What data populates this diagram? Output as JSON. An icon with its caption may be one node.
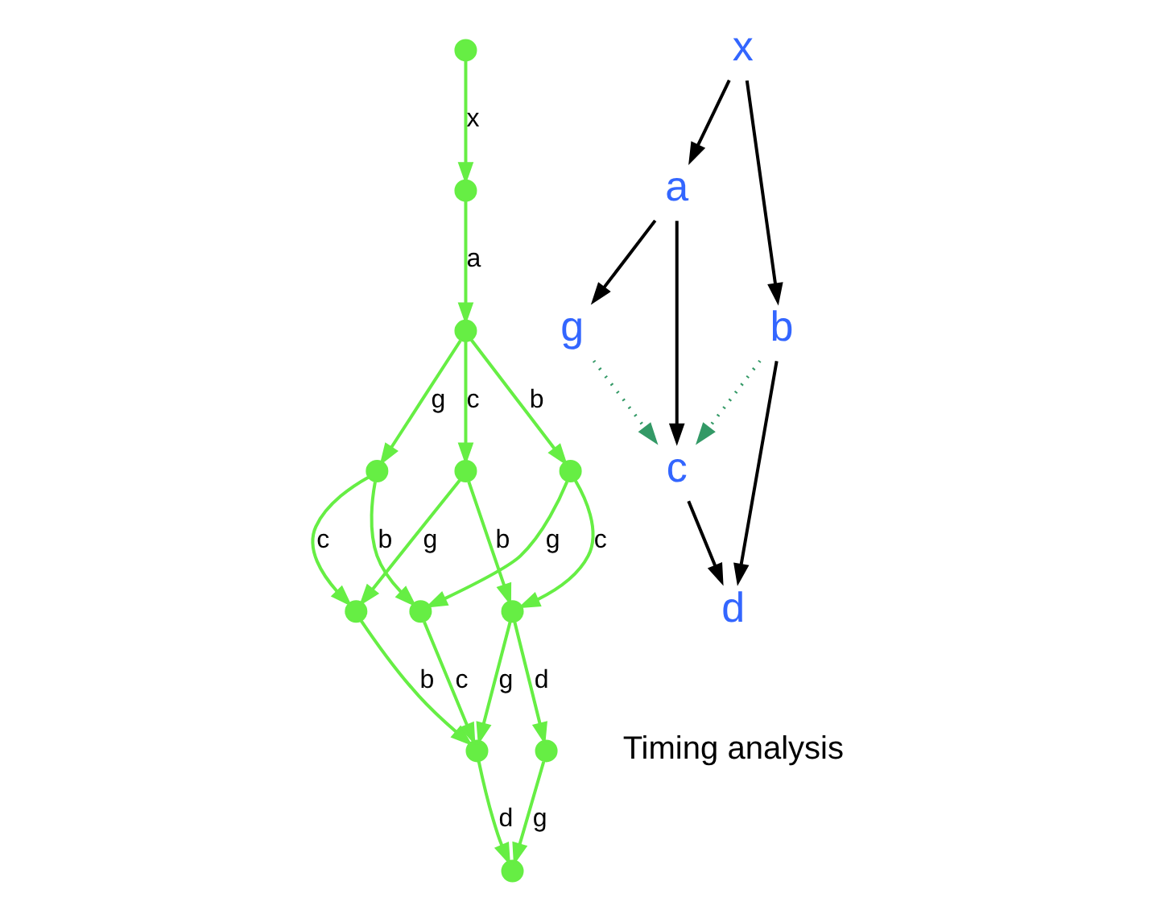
{
  "diagram": {
    "nodes": [
      {
        "text": [],
        "shape": "circle"
      },
      {
        "text": [],
        "shape": "circle"
      },
      {
        "text": [],
        "shape": "circle"
      },
      {
        "text": [],
        "shape": "circle"
      },
      {
        "text": [],
        "shape": "circle"
      },
      {
        "text": [],
        "shape": "circle"
      },
      {
        "text": [],
        "shape": "circle"
      },
      {
        "text": [],
        "shape": "circle"
      },
      {
        "text": [],
        "shape": "circle"
      },
      {
        "text": [],
        "shape": "circle"
      },
      {
        "text": [],
        "shape": "circle"
      },
      {
        "text": [],
        "shape": "circle"
      },
      {
        "text": [
          "x"
        ]
      },
      {
        "text": [
          "a"
        ]
      },
      {
        "text": [
          "b"
        ]
      },
      {
        "text": [
          "g"
        ]
      },
      {
        "text": [
          "c"
        ]
      },
      {
        "text": [
          "d"
        ]
      }
    ],
    "edges": [
      {
        "from": 0,
        "to": 1,
        "arrow": "to",
        "label": "x"
      },
      {
        "from": 1,
        "to": 2,
        "arrow": "to",
        "label": "a"
      },
      {
        "from": 2,
        "to": 3,
        "arrow": "to",
        "label": "g"
      },
      {
        "from": 2,
        "to": 4,
        "arrow": "to",
        "label": "c"
      },
      {
        "from": 2,
        "to": 5,
        "arrow": "to",
        "label": "b"
      },
      {
        "from": 3,
        "to": 6,
        "arrow": "to",
        "label": "c"
      },
      {
        "from": 3,
        "to": 7,
        "arrow": "to",
        "label": "b"
      },
      {
        "from": 4,
        "to": 6,
        "arrow": "to",
        "label": "g"
      },
      {
        "from": 4,
        "to": 8,
        "arrow": "to",
        "label": "b"
      },
      {
        "from": 5,
        "to": 7,
        "arrow": "to",
        "label": "g"
      },
      {
        "from": 5,
        "to": 8,
        "arrow": "to",
        "label": "c"
      },
      {
        "from": 6,
        "to": 9,
        "arrow": "to",
        "label": "b"
      },
      {
        "from": 7,
        "to": 9,
        "arrow": "to",
        "label": "c"
      },
      {
        "from": 8,
        "to": 9,
        "arrow": "to",
        "label": "g"
      },
      {
        "from": 8,
        "to": 10,
        "arrow": "to",
        "label": "d"
      },
      {
        "from": 9,
        "to": 11,
        "arrow": "to",
        "label": "d"
      },
      {
        "from": 10,
        "to": 11,
        "arrow": "to",
        "label": "g"
      },
      {
        "from": 12,
        "to": 13,
        "arrow": "to",
        "color": "#000000"
      },
      {
        "from": 12,
        "to": 14,
        "arrow": "to",
        "color": "#000000"
      },
      {
        "from": 13,
        "to": 15,
        "arrow": "to",
        "color": "#000000"
      },
      {
        "from": 13,
        "to": 16,
        "arrow": "to",
        "color": "#000000"
      },
      {
        "from": 14,
        "to": 16,
        "arrow": "to",
        "style": "dashed",
        "color": "#339966"
      },
      {
        "from": 15,
        "to": 16,
        "arrow": "to",
        "style": "dashed",
        "color": "#339966"
      },
      {
        "from": 16,
        "to": 17,
        "arrow": "to",
        "color": "#000000"
      },
      {
        "from": 14,
        "to": 17,
        "arrow": "to",
        "color": "#000000"
      }
    ],
    "labels": [
      "Timing analysis"
    ]
  }
}
